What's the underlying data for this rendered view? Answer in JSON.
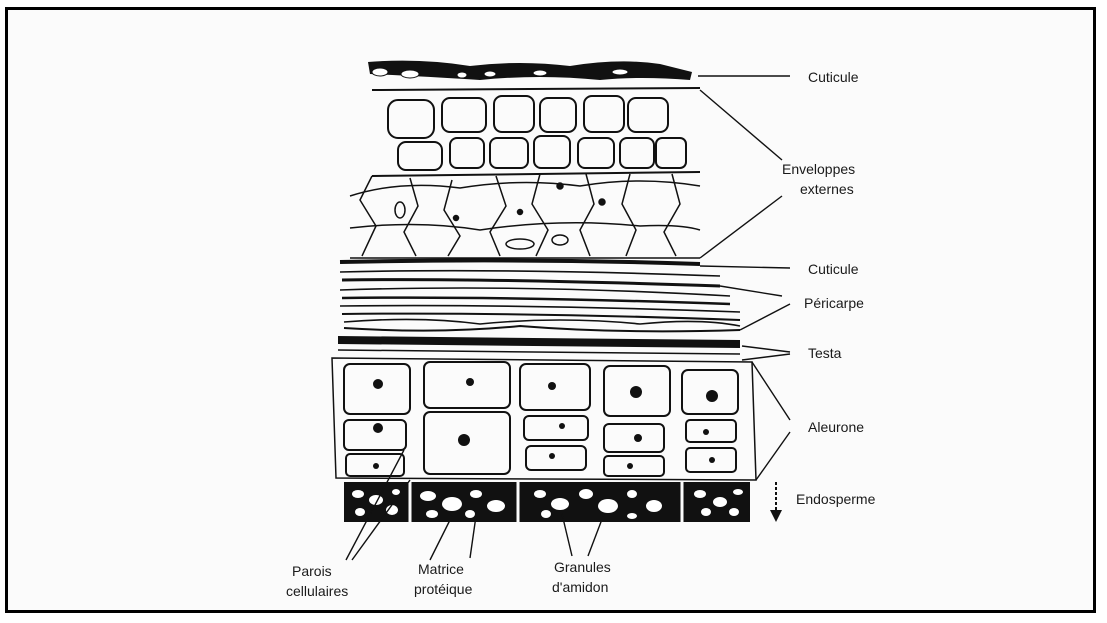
{
  "diagram": {
    "labels": {
      "cuticule_top": "Cuticule",
      "enveloppes_line1": "Enveloppes",
      "enveloppes_line2": "externes",
      "cuticule_mid": "Cuticule",
      "pericarpe": "Péricarpe",
      "testa": "Testa",
      "aleurone": "Aleurone",
      "endosperme": "Endosperme",
      "parois_line1": "Parois",
      "parois_line2": "cellulaires",
      "matrice_line1": "Matrice",
      "matrice_line2": "protéique",
      "granules_line1": "Granules",
      "granules_line2": "d'amidon"
    },
    "colors": {
      "ink": "#111111",
      "paper": "#fbfbfb",
      "frame": "#000000"
    }
  }
}
